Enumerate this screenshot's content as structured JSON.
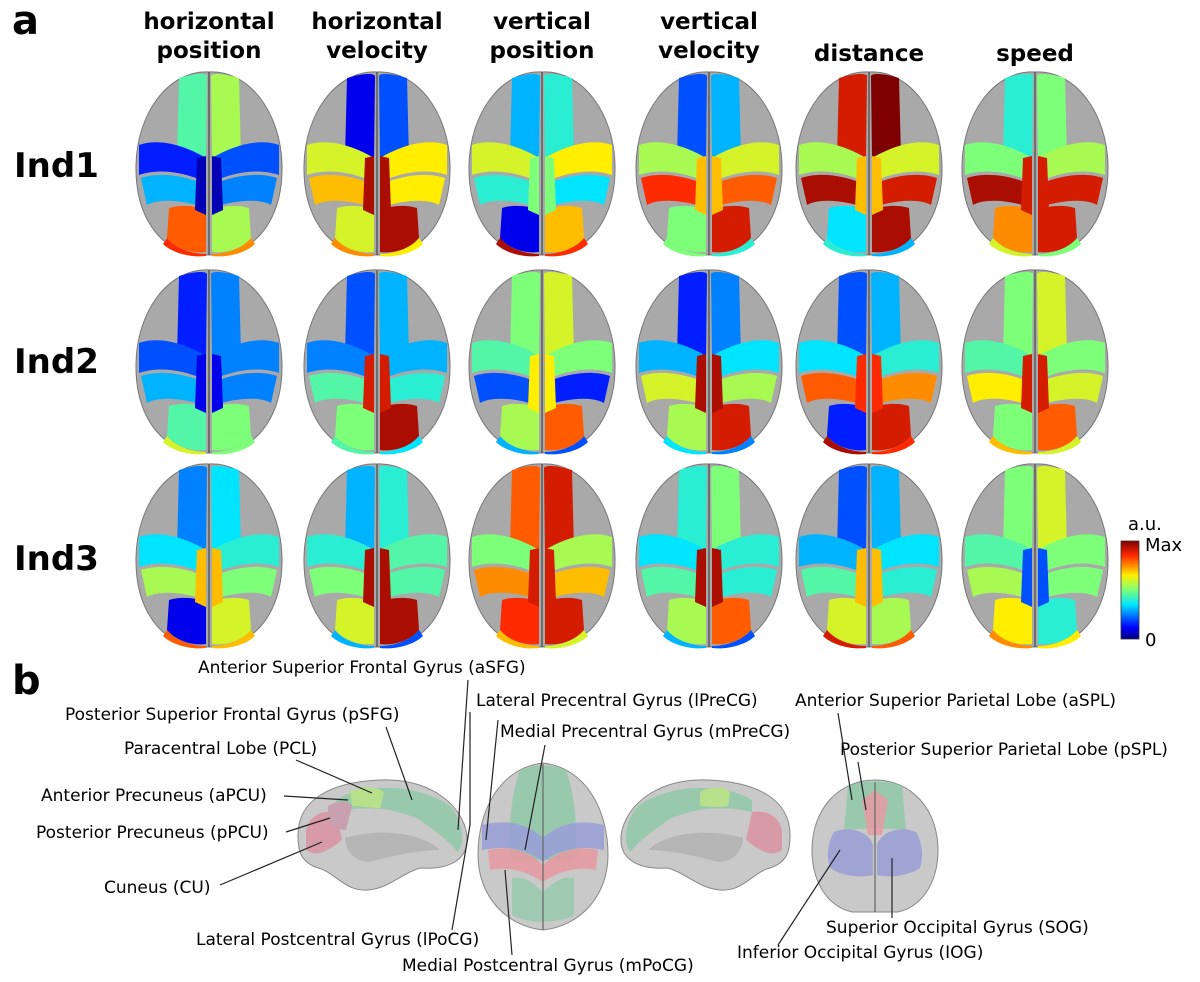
{
  "panel_a": {
    "letter": "a",
    "columns": [
      "horizontal position",
      "horizontal velocity",
      "vertical position",
      "vertical velocity",
      "distance",
      "speed"
    ],
    "rows": [
      "Ind1",
      "Ind2",
      "Ind3"
    ],
    "maps": [
      [
        {
          "mf": 0.45,
          "lf": 0.15,
          "lm": 0.3,
          "lp": 0.8,
          "mm": 0.05,
          "mp": 0.55,
          "o": 0.85
        },
        {
          "mf": 0.1,
          "lf": 0.6,
          "lm": 0.7,
          "lp": 0.6,
          "mm": 0.95,
          "mp": 0.95,
          "o": 0.75
        },
        {
          "mf": 0.3,
          "lf": 0.6,
          "lm": 0.4,
          "lp": 0.1,
          "mm": 0.5,
          "mp": 0.7,
          "o": 0.95
        },
        {
          "mf": 0.2,
          "lf": 0.55,
          "lm": 0.85,
          "lp": 0.5,
          "mm": 0.7,
          "mp": 0.9,
          "o": 0.5
        },
        {
          "mf": 0.9,
          "lf": 0.55,
          "lm": 0.95,
          "lp": 0.35,
          "mm": 0.7,
          "mp": 0.95,
          "o": 0.4
        },
        {
          "mf": 0.4,
          "lf": 0.5,
          "lm": 0.95,
          "lp": 0.75,
          "mm": 0.9,
          "mp": 0.9,
          "o": 0.6
        }
      ],
      [
        {
          "mf": 0.15,
          "lf": 0.2,
          "lm": 0.3,
          "lp": 0.45,
          "mm": 0.1,
          "mp": 0.5,
          "o": 0.6
        },
        {
          "mf": 0.2,
          "lf": 0.25,
          "lm": 0.45,
          "lp": 0.5,
          "mm": 0.9,
          "mp": 0.95,
          "o": 0.45
        },
        {
          "mf": 0.5,
          "lf": 0.45,
          "lm": 0.2,
          "lp": 0.55,
          "mm": 0.65,
          "mp": 0.8,
          "o": 0.3
        },
        {
          "mf": 0.15,
          "lf": 0.3,
          "lm": 0.6,
          "lp": 0.55,
          "mm": 0.95,
          "mp": 0.9,
          "o": 0.35
        },
        {
          "mf": 0.2,
          "lf": 0.35,
          "lm": 0.8,
          "lp": 0.15,
          "mm": 0.85,
          "mp": 0.9,
          "o": 0.95
        },
        {
          "mf": 0.5,
          "lf": 0.45,
          "lm": 0.65,
          "lp": 0.5,
          "mm": 0.9,
          "mp": 0.8,
          "o": 0.7
        }
      ],
      [
        {
          "mf": 0.25,
          "lf": 0.35,
          "lm": 0.55,
          "lp": 0.1,
          "mm": 0.7,
          "mp": 0.6,
          "o": 0.8
        },
        {
          "mf": 0.3,
          "lf": 0.4,
          "lm": 0.5,
          "lp": 0.6,
          "mm": 0.95,
          "mp": 0.95,
          "o": 0.3
        },
        {
          "mf": 0.8,
          "lf": 0.5,
          "lm": 0.75,
          "lp": 0.85,
          "mm": 0.9,
          "mp": 0.9,
          "o": 0.7
        },
        {
          "mf": 0.4,
          "lf": 0.35,
          "lm": 0.45,
          "lp": 0.55,
          "mm": 0.95,
          "mp": 0.8,
          "o": 0.3
        },
        {
          "mf": 0.2,
          "lf": 0.3,
          "lm": 0.45,
          "lp": 0.6,
          "mm": 0.7,
          "mp": 0.55,
          "o": 0.9
        },
        {
          "mf": 0.5,
          "lf": 0.45,
          "lm": 0.55,
          "lp": 0.65,
          "mm": 0.2,
          "mp": 0.4,
          "o": 0.75
        }
      ]
    ],
    "colorbar": {
      "title": "a.u.",
      "max_label": "Max",
      "min_label": "0",
      "colormap": "jet"
    }
  },
  "panel_b": {
    "letter": "b",
    "regions": {
      "aSFG": "Anterior Superior Frontal Gyrus (aSFG)",
      "pSFG": "Posterior Superior Frontal Gyrus (pSFG)",
      "PCL": "Paracentral Lobe (PCL)",
      "aPCU": "Anterior Precuneus (aPCU)",
      "pPCU": "Posterior Precuneus (pPCU)",
      "CU": "Cuneus (CU)",
      "lPreCG": "Lateral Precentral Gyrus (lPreCG)",
      "mPreCG": "Medial Precentral Gyrus (mPreCG)",
      "lPoCG": "Lateral Postcentral Gyrus (lPoCG)",
      "mPoCG": "Medial Postcentral Gyrus (mPoCG)",
      "aSPL": "Anterior Superior Parietal Lobe (aSPL)",
      "pSPL": "Posterior Superior Parietal Lobe (pSPL)",
      "SOG": "Superior Occipital Gyrus (SOG)",
      "IOG": "Inferior Occipital Gyrus (IOG)"
    },
    "colors": {
      "frontal": "#8fc9a8",
      "pcl": "#b8e08a",
      "precuneus": "#d89aa6",
      "precentral": "#e69aa2",
      "postcentral": "#9aa0d6",
      "occipital": "#9aa0d6",
      "cortex": "#c8c8c8"
    }
  }
}
